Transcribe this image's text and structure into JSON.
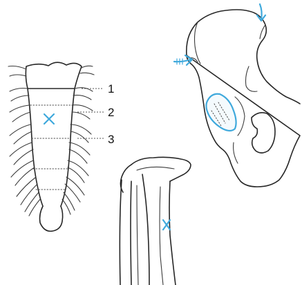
{
  "labels": {
    "one": "1",
    "two": "2",
    "three": "3"
  },
  "colors": {
    "ink": "#262626",
    "marker": "#3fa9dc"
  },
  "markers": {
    "x_glyph_sternum": "X",
    "x_glyph_tibia": "X"
  }
}
